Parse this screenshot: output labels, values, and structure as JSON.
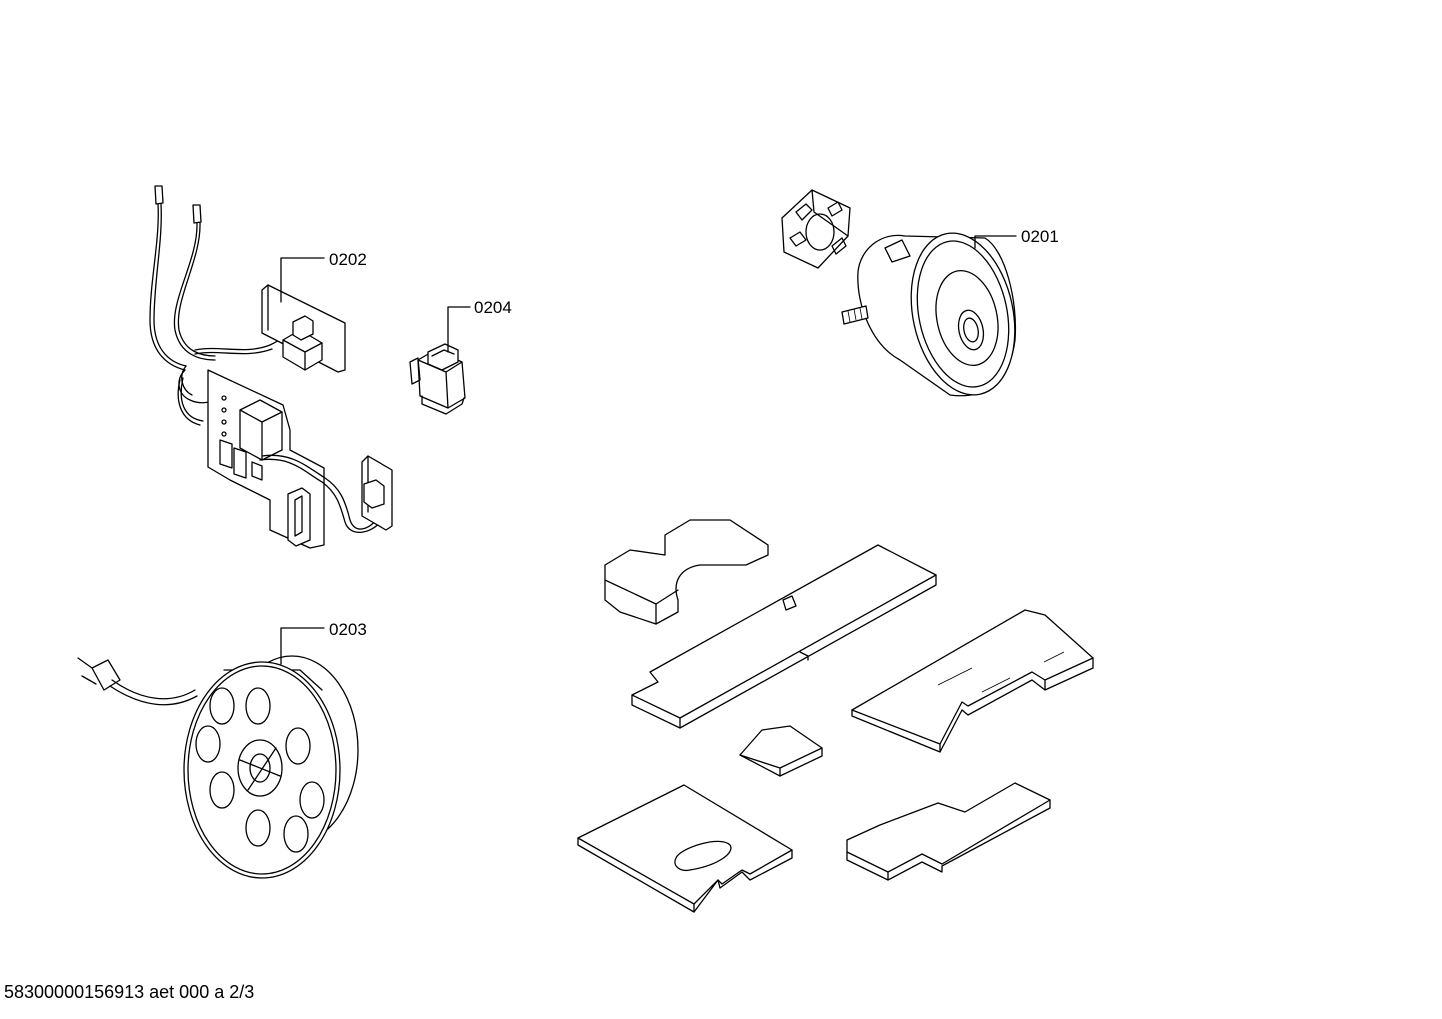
{
  "callouts": {
    "c0201": "0201",
    "c0202": "0202",
    "c0203": "0203",
    "c0204": "0204"
  },
  "footer": {
    "doc_id": "58300000156913 aet 000 a 2/3"
  }
}
